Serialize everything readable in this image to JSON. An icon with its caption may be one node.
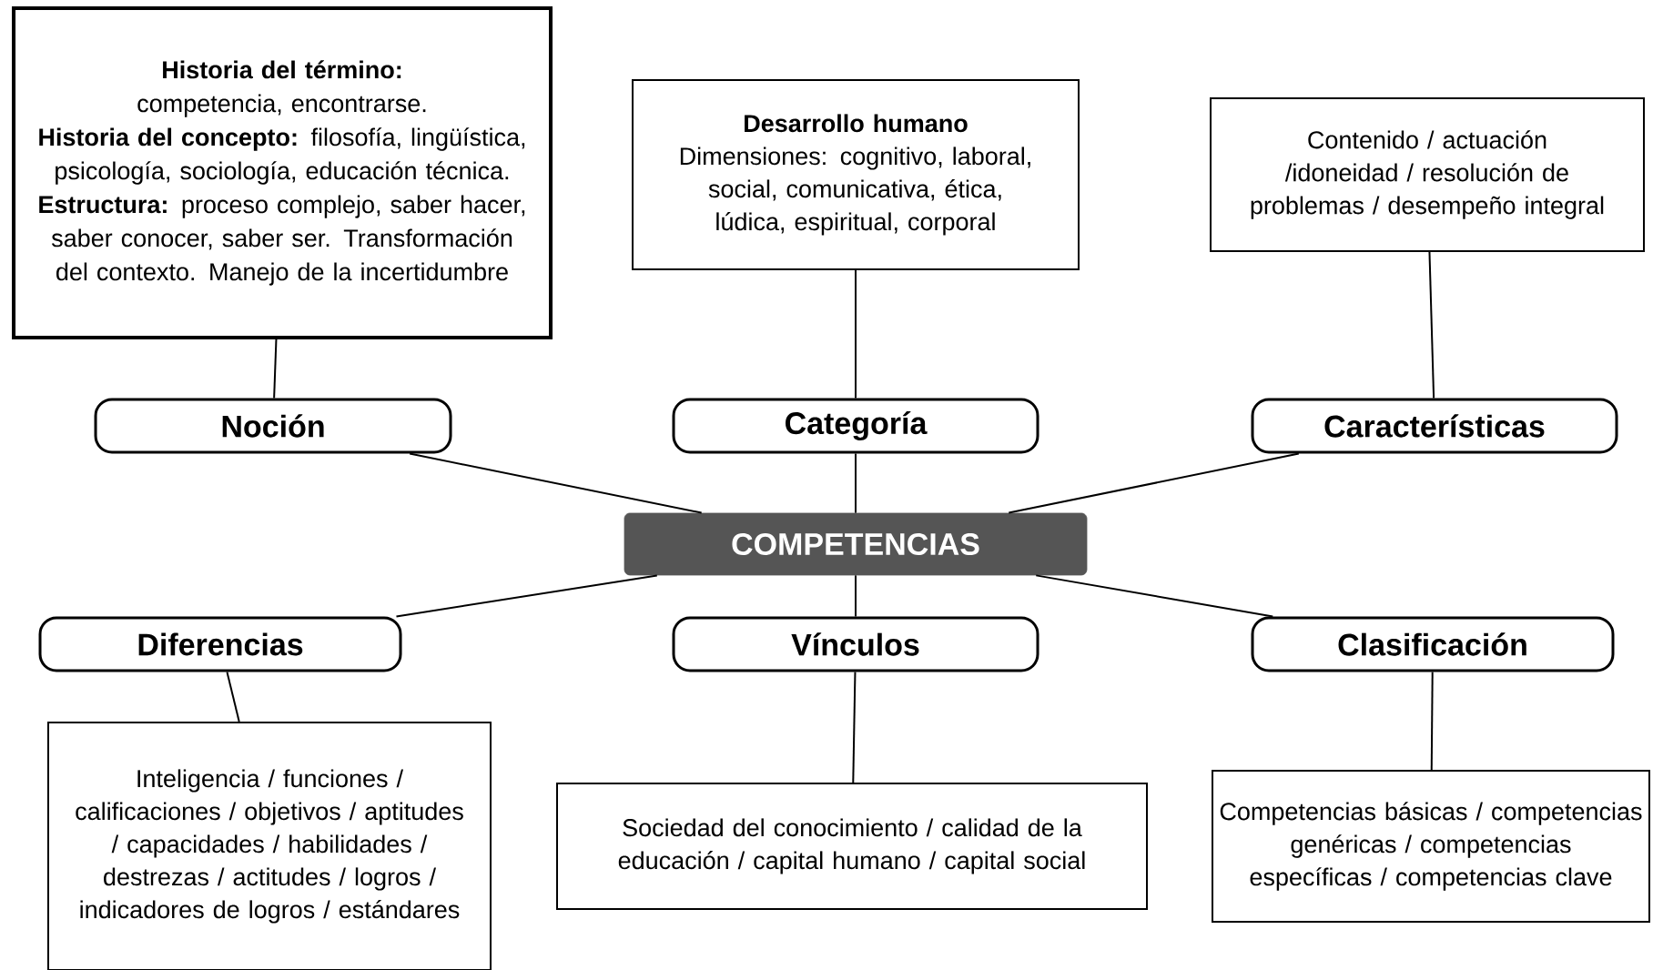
{
  "diagram": {
    "nodes": [
      {
        "text": [
          "COMPETENCIAS"
        ]
      },
      {
        "text": [
          "Noción"
        ]
      },
      {
        "text": [
          "**Historia del término:** competencia, encontrarse.",
          "**Historia del concepto:** filosofía, lingüística, psicología, sociología, educación técnica.",
          "**Estructura:** proceso complejo, saber hacer, saber conocer, saber ser. Transformación del contexto. Manejo de la incertidumbre"
        ]
      },
      {
        "text": [
          "Categoría"
        ]
      },
      {
        "text": [
          "Desarrollo humano",
          "Dimensiones: cognitivo, laboral, social, comunicativa, ética, lúdica, espiritual, corporal"
        ]
      },
      {
        "text": [
          "Características"
        ]
      },
      {
        "text": [
          "Contenido / actuación /idoneidad / resolución de problemas / desempeño integral"
        ]
      },
      {
        "text": [
          "Diferencias"
        ]
      },
      {
        "text": [
          "Inteligencia / funciones / calificaciones / objetivos / aptitudes / capacidades / habilidades / destrezas / actitudes / logros / indicadores de logros / estándares"
        ]
      },
      {
        "text": [
          "Vínculos"
        ]
      },
      {
        "text": [
          "Sociedad del conocimiento / calidad de la educación / capital humano / capital social"
        ]
      },
      {
        "text": [
          "Clasificación"
        ]
      },
      {
        "text": [
          "Competencias básicas / competencias genéricas / competencias específicas / competencias clave"
        ]
      }
    ],
    "edges": [
      {
        "from": 0,
        "to": 1,
        "arrow": "none"
      },
      {
        "from": 0,
        "to": 3,
        "arrow": "none"
      },
      {
        "from": 0,
        "to": 5,
        "arrow": "none"
      },
      {
        "from": 0,
        "to": 7,
        "arrow": "none"
      },
      {
        "from": 0,
        "to": 9,
        "arrow": "none"
      },
      {
        "from": 0,
        "to": 11,
        "arrow": "none"
      },
      {
        "from": 1,
        "to": 2,
        "arrow": "none"
      },
      {
        "from": 3,
        "to": 4,
        "arrow": "none"
      },
      {
        "from": 5,
        "to": 6,
        "arrow": "none"
      },
      {
        "from": 7,
        "to": 8,
        "arrow": "none"
      },
      {
        "from": 9,
        "to": 10,
        "arrow": "none"
      },
      {
        "from": 11,
        "to": 12,
        "arrow": "none"
      }
    ]
  }
}
